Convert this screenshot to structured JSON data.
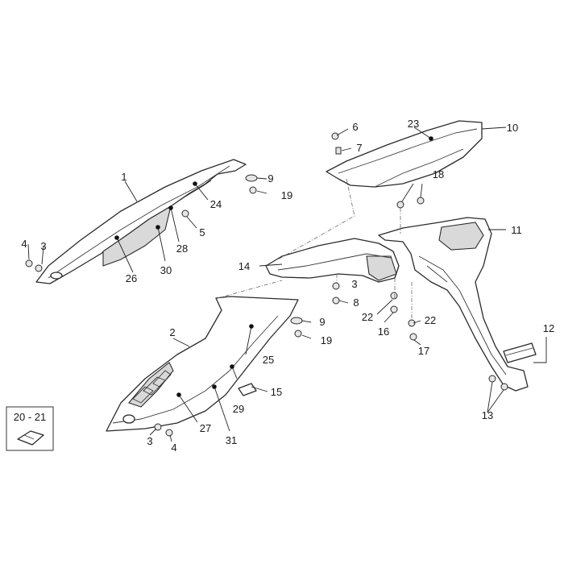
{
  "kit_box": {
    "label": "20 - 21"
  },
  "callouts": [
    {
      "id": "c1",
      "text": "1"
    },
    {
      "id": "c2",
      "text": "2"
    },
    {
      "id": "c3a",
      "text": "3"
    },
    {
      "id": "c3b",
      "text": "3"
    },
    {
      "id": "c3c",
      "text": "3"
    },
    {
      "id": "c4a",
      "text": "4"
    },
    {
      "id": "c4b",
      "text": "4"
    },
    {
      "id": "c5",
      "text": "5"
    },
    {
      "id": "c6",
      "text": "6"
    },
    {
      "id": "c7",
      "text": "7"
    },
    {
      "id": "c8",
      "text": "8"
    },
    {
      "id": "c9a",
      "text": "9"
    },
    {
      "id": "c9b",
      "text": "9"
    },
    {
      "id": "c10",
      "text": "10"
    },
    {
      "id": "c11",
      "text": "11"
    },
    {
      "id": "c12",
      "text": "12"
    },
    {
      "id": "c13",
      "text": "13"
    },
    {
      "id": "c14",
      "text": "14"
    },
    {
      "id": "c15",
      "text": "15"
    },
    {
      "id": "c16",
      "text": "16"
    },
    {
      "id": "c17",
      "text": "17"
    },
    {
      "id": "c18",
      "text": "18"
    },
    {
      "id": "c19a",
      "text": "19"
    },
    {
      "id": "c19b",
      "text": "19"
    },
    {
      "id": "c22a",
      "text": "22"
    },
    {
      "id": "c22b",
      "text": "22"
    },
    {
      "id": "c23",
      "text": "23"
    },
    {
      "id": "c24",
      "text": "24"
    },
    {
      "id": "c25",
      "text": "25"
    },
    {
      "id": "c26",
      "text": "26"
    },
    {
      "id": "c27",
      "text": "27"
    },
    {
      "id": "c28",
      "text": "28"
    },
    {
      "id": "c29",
      "text": "29"
    },
    {
      "id": "c30",
      "text": "30"
    },
    {
      "id": "c31",
      "text": "31"
    }
  ]
}
